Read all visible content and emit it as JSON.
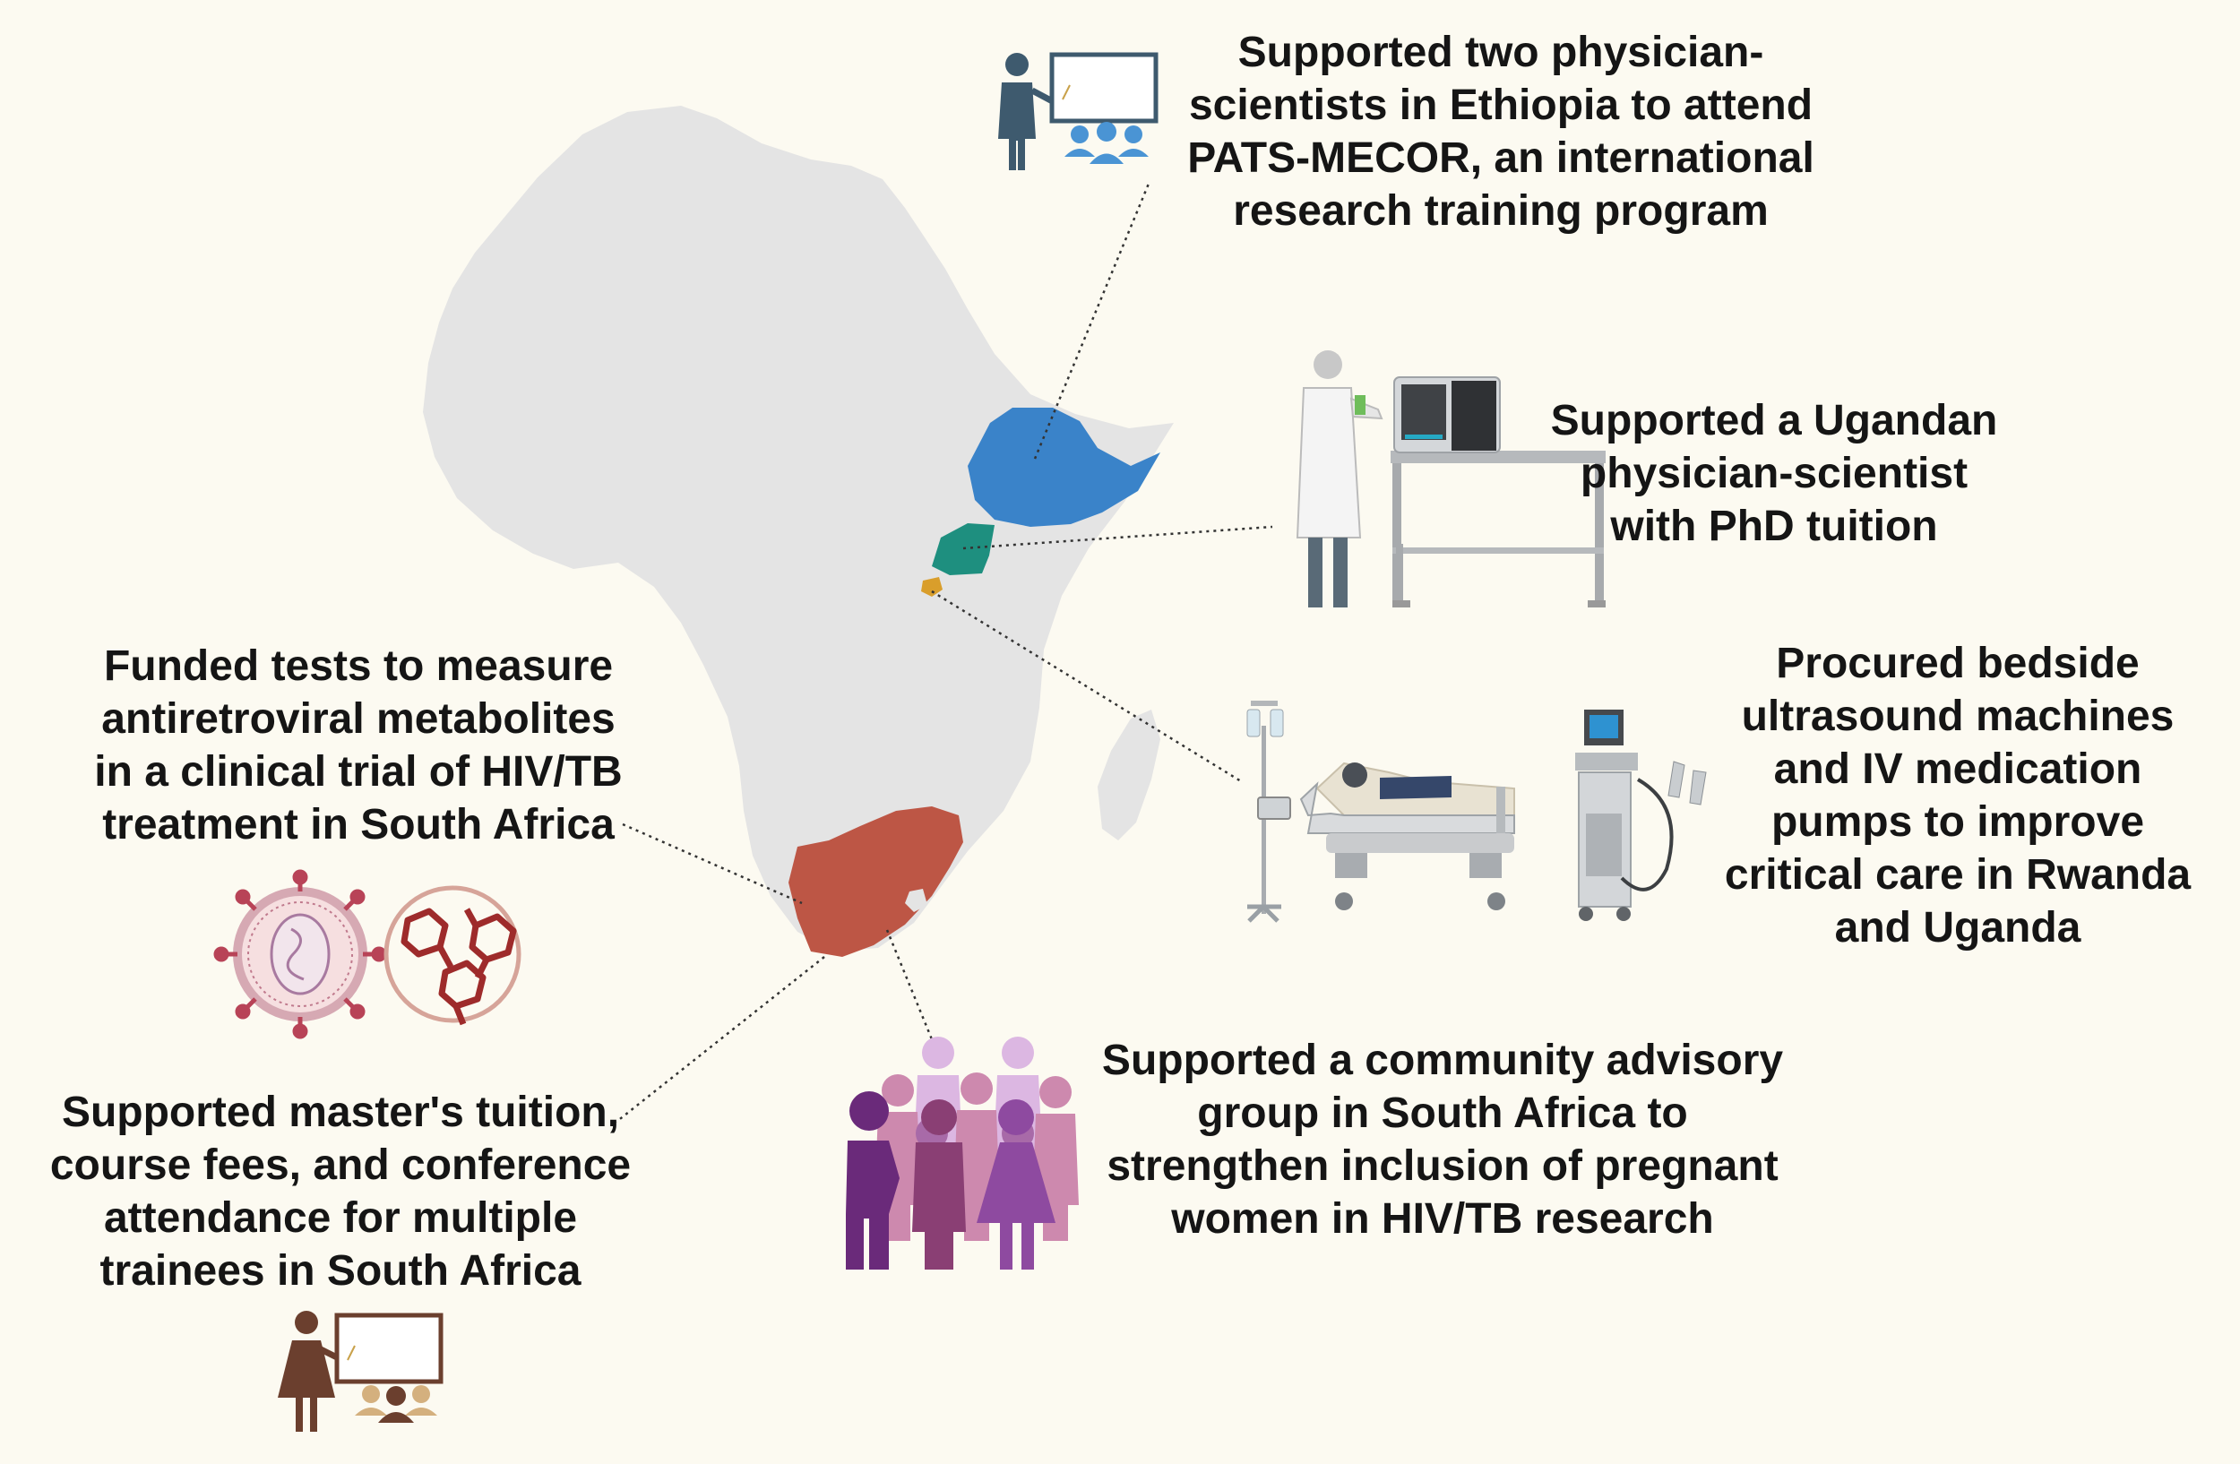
{
  "colors": {
    "background": "#fcfaf1",
    "continent": "#e4e4e4",
    "ethiopia": "#3a83c9",
    "uganda": "#1e8f7f",
    "rwanda": "#d99e2b",
    "south_africa": "#bd5645",
    "connector": "#333333"
  },
  "callouts": {
    "ethiopia": {
      "lines": [
        "Supported two physician-",
        "scientists in Ethiopia to attend",
        "PATS-MECOR, an international",
        "research training program"
      ],
      "icon": "teacher-presentation-icon"
    },
    "uganda_phd": {
      "lines": [
        "Supported a Ugandan",
        "physician-scientist",
        "with PhD tuition"
      ],
      "icon": "lab-scientist-icon"
    },
    "critical_care": {
      "lines": [
        "Procured bedside",
        "ultrasound machines",
        "and IV medication",
        "pumps to improve",
        "critical care in Rwanda",
        "and Uganda"
      ],
      "icon": "hospital-bed-ultrasound-icon"
    },
    "metabolites": {
      "lines": [
        "Funded tests to measure",
        "antiretroviral metabolites",
        "in a clinical trial of HIV/TB",
        "treatment in South Africa"
      ],
      "icon": "virus-molecule-icon"
    },
    "community": {
      "lines": [
        "Supported a community advisory",
        "group in South Africa to",
        "strengthen inclusion of pregnant",
        "women in HIV/TB research"
      ],
      "icon": "community-group-icon"
    },
    "masters": {
      "lines": [
        "Supported master's tuition,",
        "course fees, and conference",
        "attendance for multiple",
        "trainees in South Africa"
      ],
      "icon": "teacher-presentation-icon"
    }
  }
}
